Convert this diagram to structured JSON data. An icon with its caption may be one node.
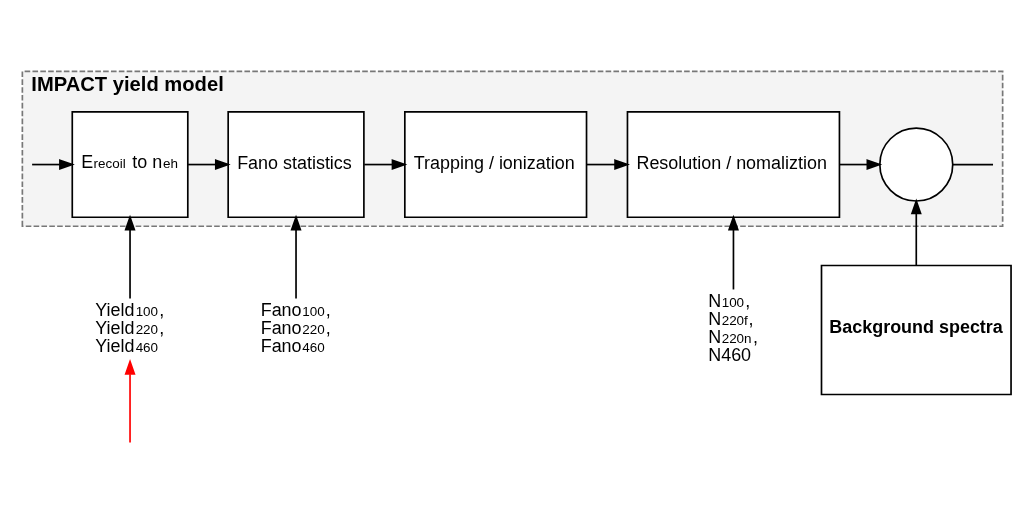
{
  "diagram": {
    "nodes": [
      {
        "text": [
          "IMPACT yield model"
        ]
      },
      {
        "text": [
          "E$_{recoil}$ to n$_{eh}$"
        ],
        "in": 0
      },
      {
        "text": [
          "Fano statistics"
        ],
        "in": 0
      },
      {
        "text": [
          "Trapping / ionization"
        ],
        "in": 0
      },
      {
        "text": [
          "Resolution / nomaliztion"
        ],
        "in": 0
      },
      {
        "text": [],
        "shape": "circle",
        "in": 0
      },
      {
        "text": [
          "Yield$_{100}$, Yield$_{220}$, Yield$_{460}$"
        ]
      },
      {
        "text": [
          "Fano$_{100}$, Fano$_{220}$, Fano$_{460}$"
        ]
      },
      {
        "text": [
          "N$_{100}$, N$_{220f}$, N$_{220n}$, N460"
        ]
      },
      {
        "text": [
          "Background spectra"
        ]
      }
    ],
    "edges": [
      {
        "from": null,
        "to": 1,
        "arrow": "to"
      },
      {
        "from": 1,
        "to": 2,
        "arrow": "to"
      },
      {
        "from": 2,
        "to": 3,
        "arrow": "to"
      },
      {
        "from": 3,
        "to": 4,
        "arrow": "to"
      },
      {
        "from": 4,
        "to": 5,
        "arrow": "to"
      },
      {
        "from": 5,
        "to": null,
        "arrow": "none"
      },
      {
        "from": 6,
        "to": 1,
        "arrow": "to"
      },
      {
        "from": 7,
        "to": 2,
        "arrow": "to"
      },
      {
        "from": 8,
        "to": 4,
        "arrow": "to"
      },
      {
        "from": 9,
        "to": 5,
        "arrow": "to"
      },
      {
        "from": null,
        "to": 6,
        "arrow": "to",
        "color": "#ff0000"
      }
    ]
  }
}
